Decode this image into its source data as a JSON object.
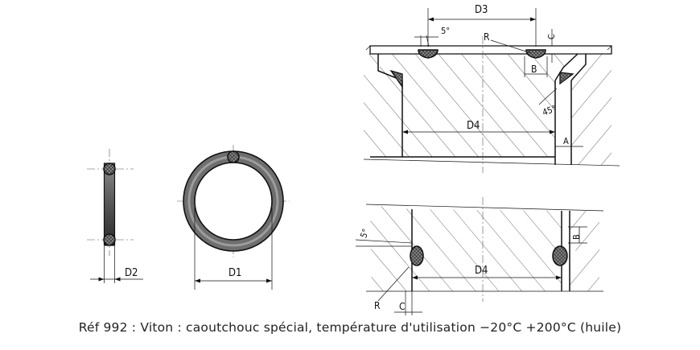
{
  "caption": "Réf 992 : Viton : caoutchouc spécial, température d'utilisation −20°C +200°C (huile)",
  "labels": {
    "d1": "D1",
    "d2": "D2",
    "d3": "D3",
    "d4_top": "D4",
    "d4_bottom": "D4",
    "angle_5_top": "5°",
    "angle_5_bottom": "5°",
    "angle_45": "45°",
    "r_top": "R",
    "r_bottom": "R",
    "b_top": "B",
    "b_bottom": "B",
    "c_top": "C",
    "c_bottom": "C",
    "a": "A"
  }
}
